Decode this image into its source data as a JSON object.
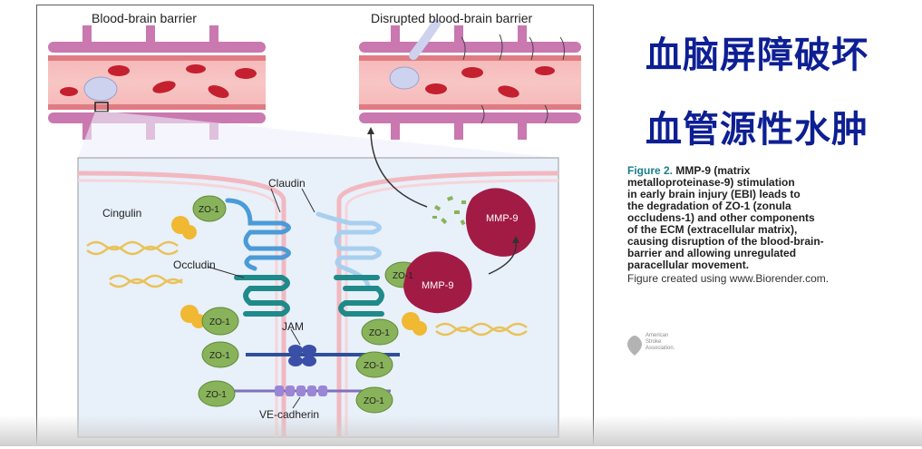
{
  "panel": {
    "title_left": "Blood-brain barrier",
    "title_right": "Disrupted blood-brain barrier"
  },
  "labels": {
    "claudin": "Claudin",
    "cingulin": "Cingulin",
    "occludin": "Occludin",
    "jam": "JAM",
    "ve_cadherin": "VE-cadherin",
    "zo1": "ZO-1",
    "mmp9": "MMP-9"
  },
  "headings_zh": {
    "line1": "血脑屏障破坏",
    "line2": "血管源性水肿"
  },
  "caption": {
    "figure_label": "Figure 2.",
    "text_lines": [
      "MMP-9 (matrix",
      "metalloproteinase-9) stimulation",
      "in early brain injury (EBI) leads to",
      "the degradation of ZO-1 (zonula",
      "occludens-1) and other components",
      "of the ECM (extracellular matrix),",
      "causing disruption of the blood-brain-",
      "barrier and allowing unregulated",
      "paracellular movement."
    ],
    "credit": "Figure created using www.Biorender.com."
  },
  "logo": {
    "icon": "american-stroke-association-logo",
    "text_lines": [
      "American",
      "Stroke",
      "Association."
    ]
  },
  "colors": {
    "heading_blue": "#0d1f93",
    "figure_label_teal": "#1b7d8c",
    "vessel_pink": "#f2a0a6",
    "cell_purple": "#c46aa8",
    "mmp9_red": "#a21b45",
    "zo1_green": "#88b35a",
    "claudin_blue": "#4a9bd6",
    "occludin_teal": "#1f8a8a"
  }
}
